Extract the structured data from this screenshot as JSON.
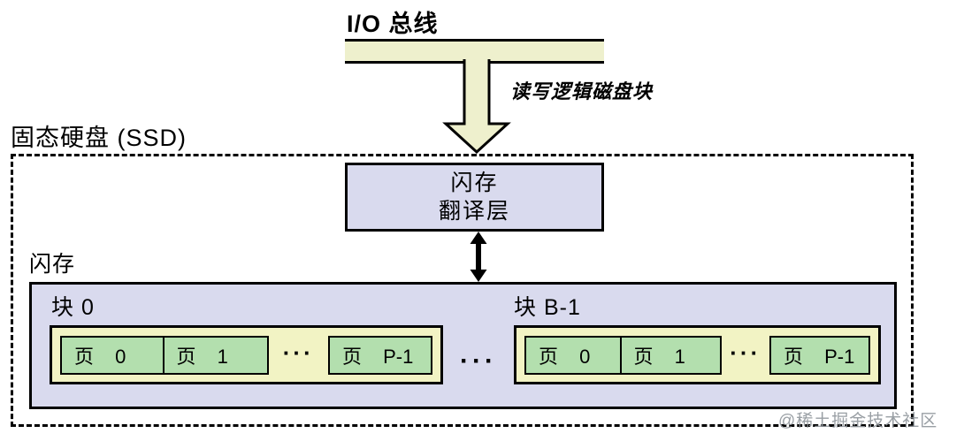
{
  "diagram": {
    "title": "I/O 总线",
    "arrow_label": "读写逻辑磁盘块",
    "ssd_label": "固态硬盘 (SSD)",
    "ftl": {
      "line1": "闪存",
      "line2": "翻译层"
    },
    "flash_label": "闪存",
    "blocks": [
      {
        "label": "块 0",
        "pages": [
          "页 0",
          "页 1",
          "页 P-1"
        ],
        "dots": "···"
      },
      {
        "label": "块 B-1",
        "pages": [
          "页 0",
          "页 1",
          "页 P-1"
        ],
        "dots": "···"
      }
    ],
    "between_blocks_dots": "···",
    "watermark": "@稀土掘金技术社区",
    "colors": {
      "bus_arrow": "#eef0cd",
      "lavender": "#d9daee",
      "page_strip_yellow": "#f2f3c4",
      "page_green": "#b3dfae",
      "border": "#000000",
      "watermark_gray": "#8f959b"
    }
  }
}
